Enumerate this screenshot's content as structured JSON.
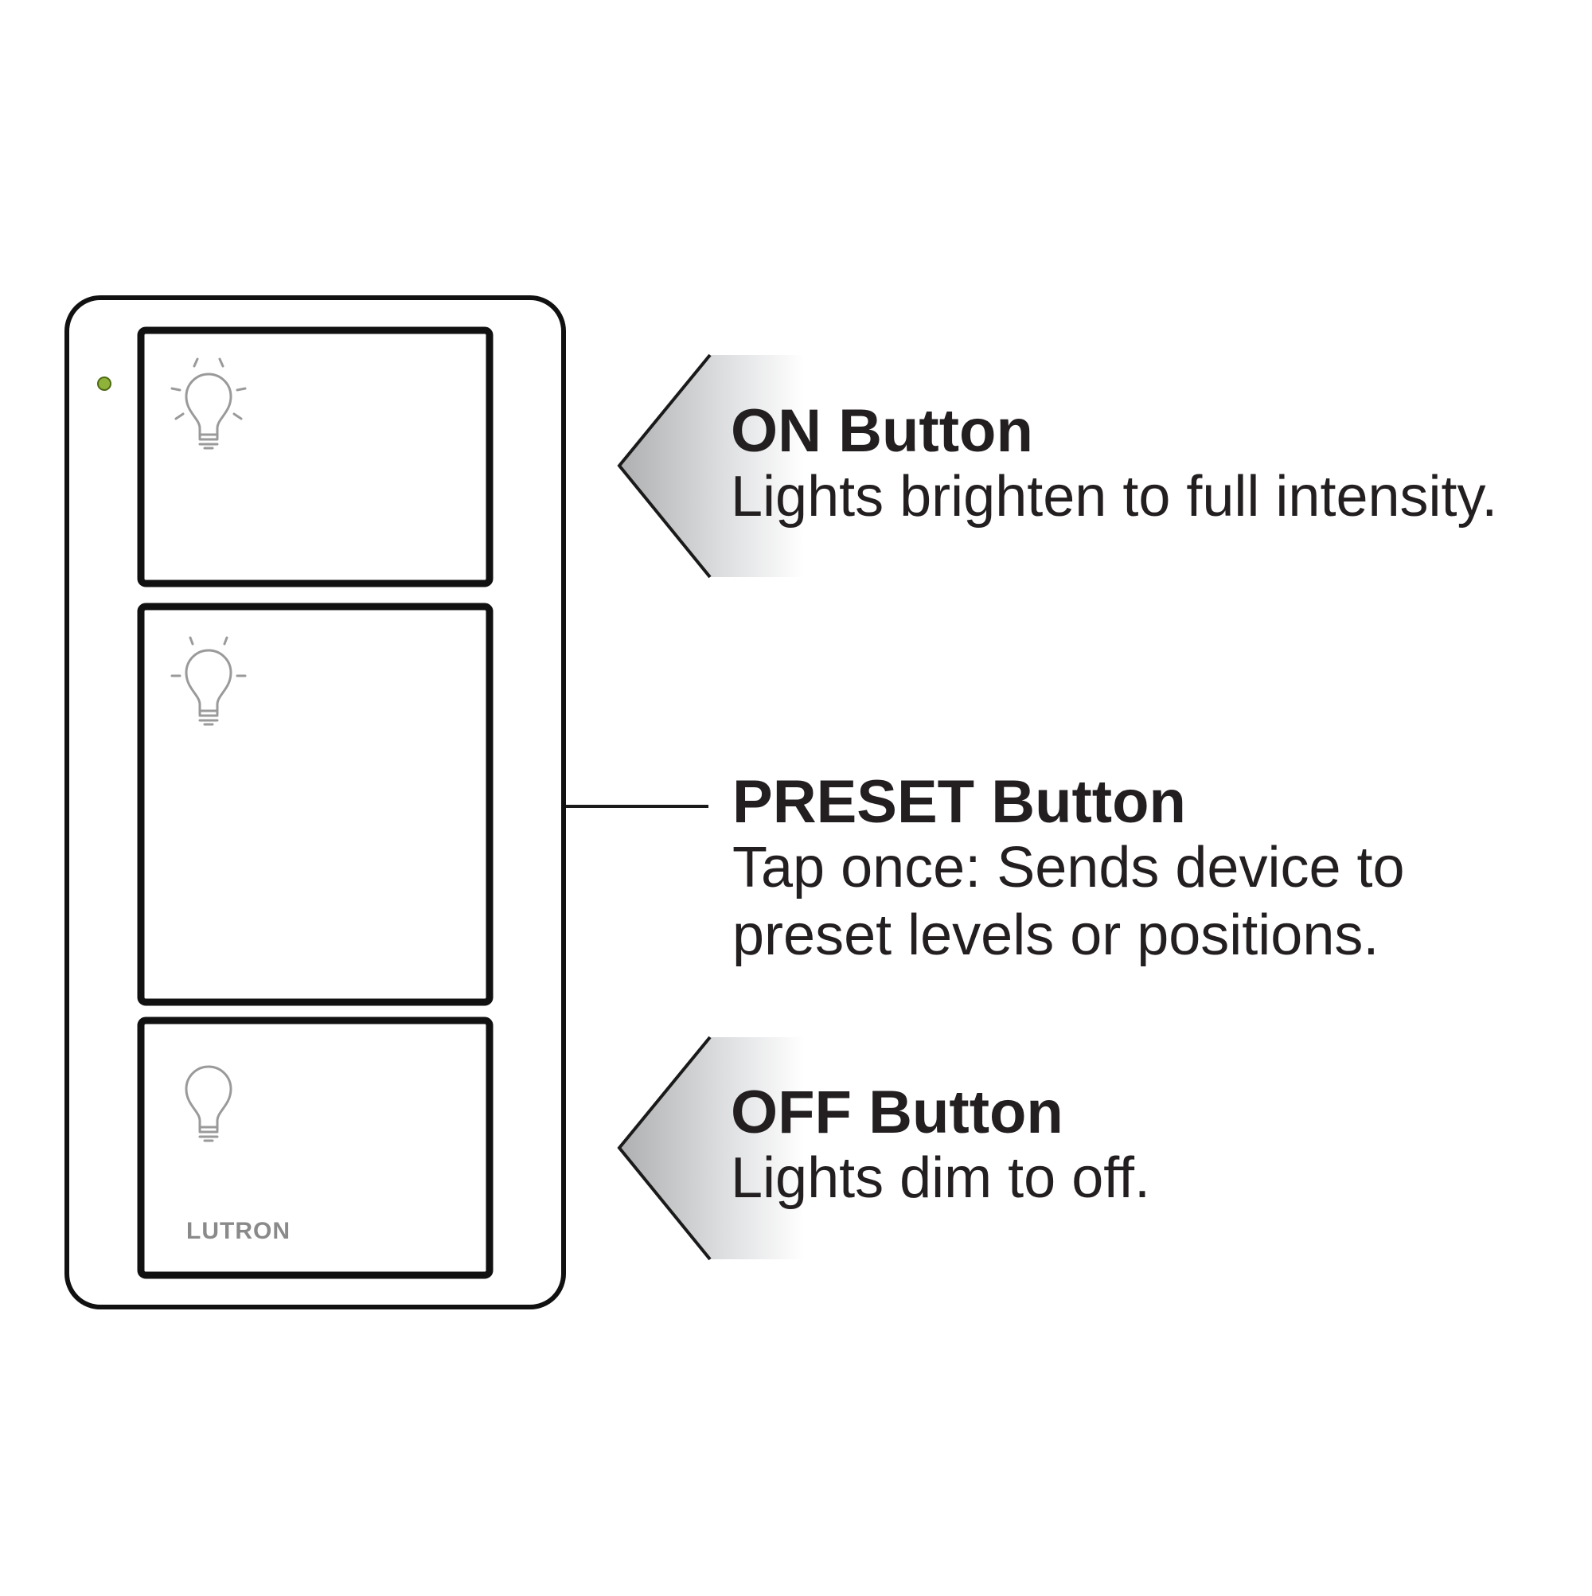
{
  "device": {
    "brand": "LUTRON",
    "led_color": "#8fb33a",
    "outline_color": "#111111",
    "icon_color": "#9a9a9a"
  },
  "callouts": {
    "on": {
      "title": "ON Button",
      "description": "Lights brighten to full intensity."
    },
    "preset": {
      "title": "PRESET Button",
      "description_lines": [
        "Tap once: Sends device to",
        "preset levels or positions."
      ]
    },
    "off": {
      "title": "OFF Button",
      "description": "Lights dim to off."
    }
  },
  "icons": {
    "on": "lightbulb-bright-icon",
    "preset": "lightbulb-half-icon",
    "off": "lightbulb-off-icon"
  }
}
